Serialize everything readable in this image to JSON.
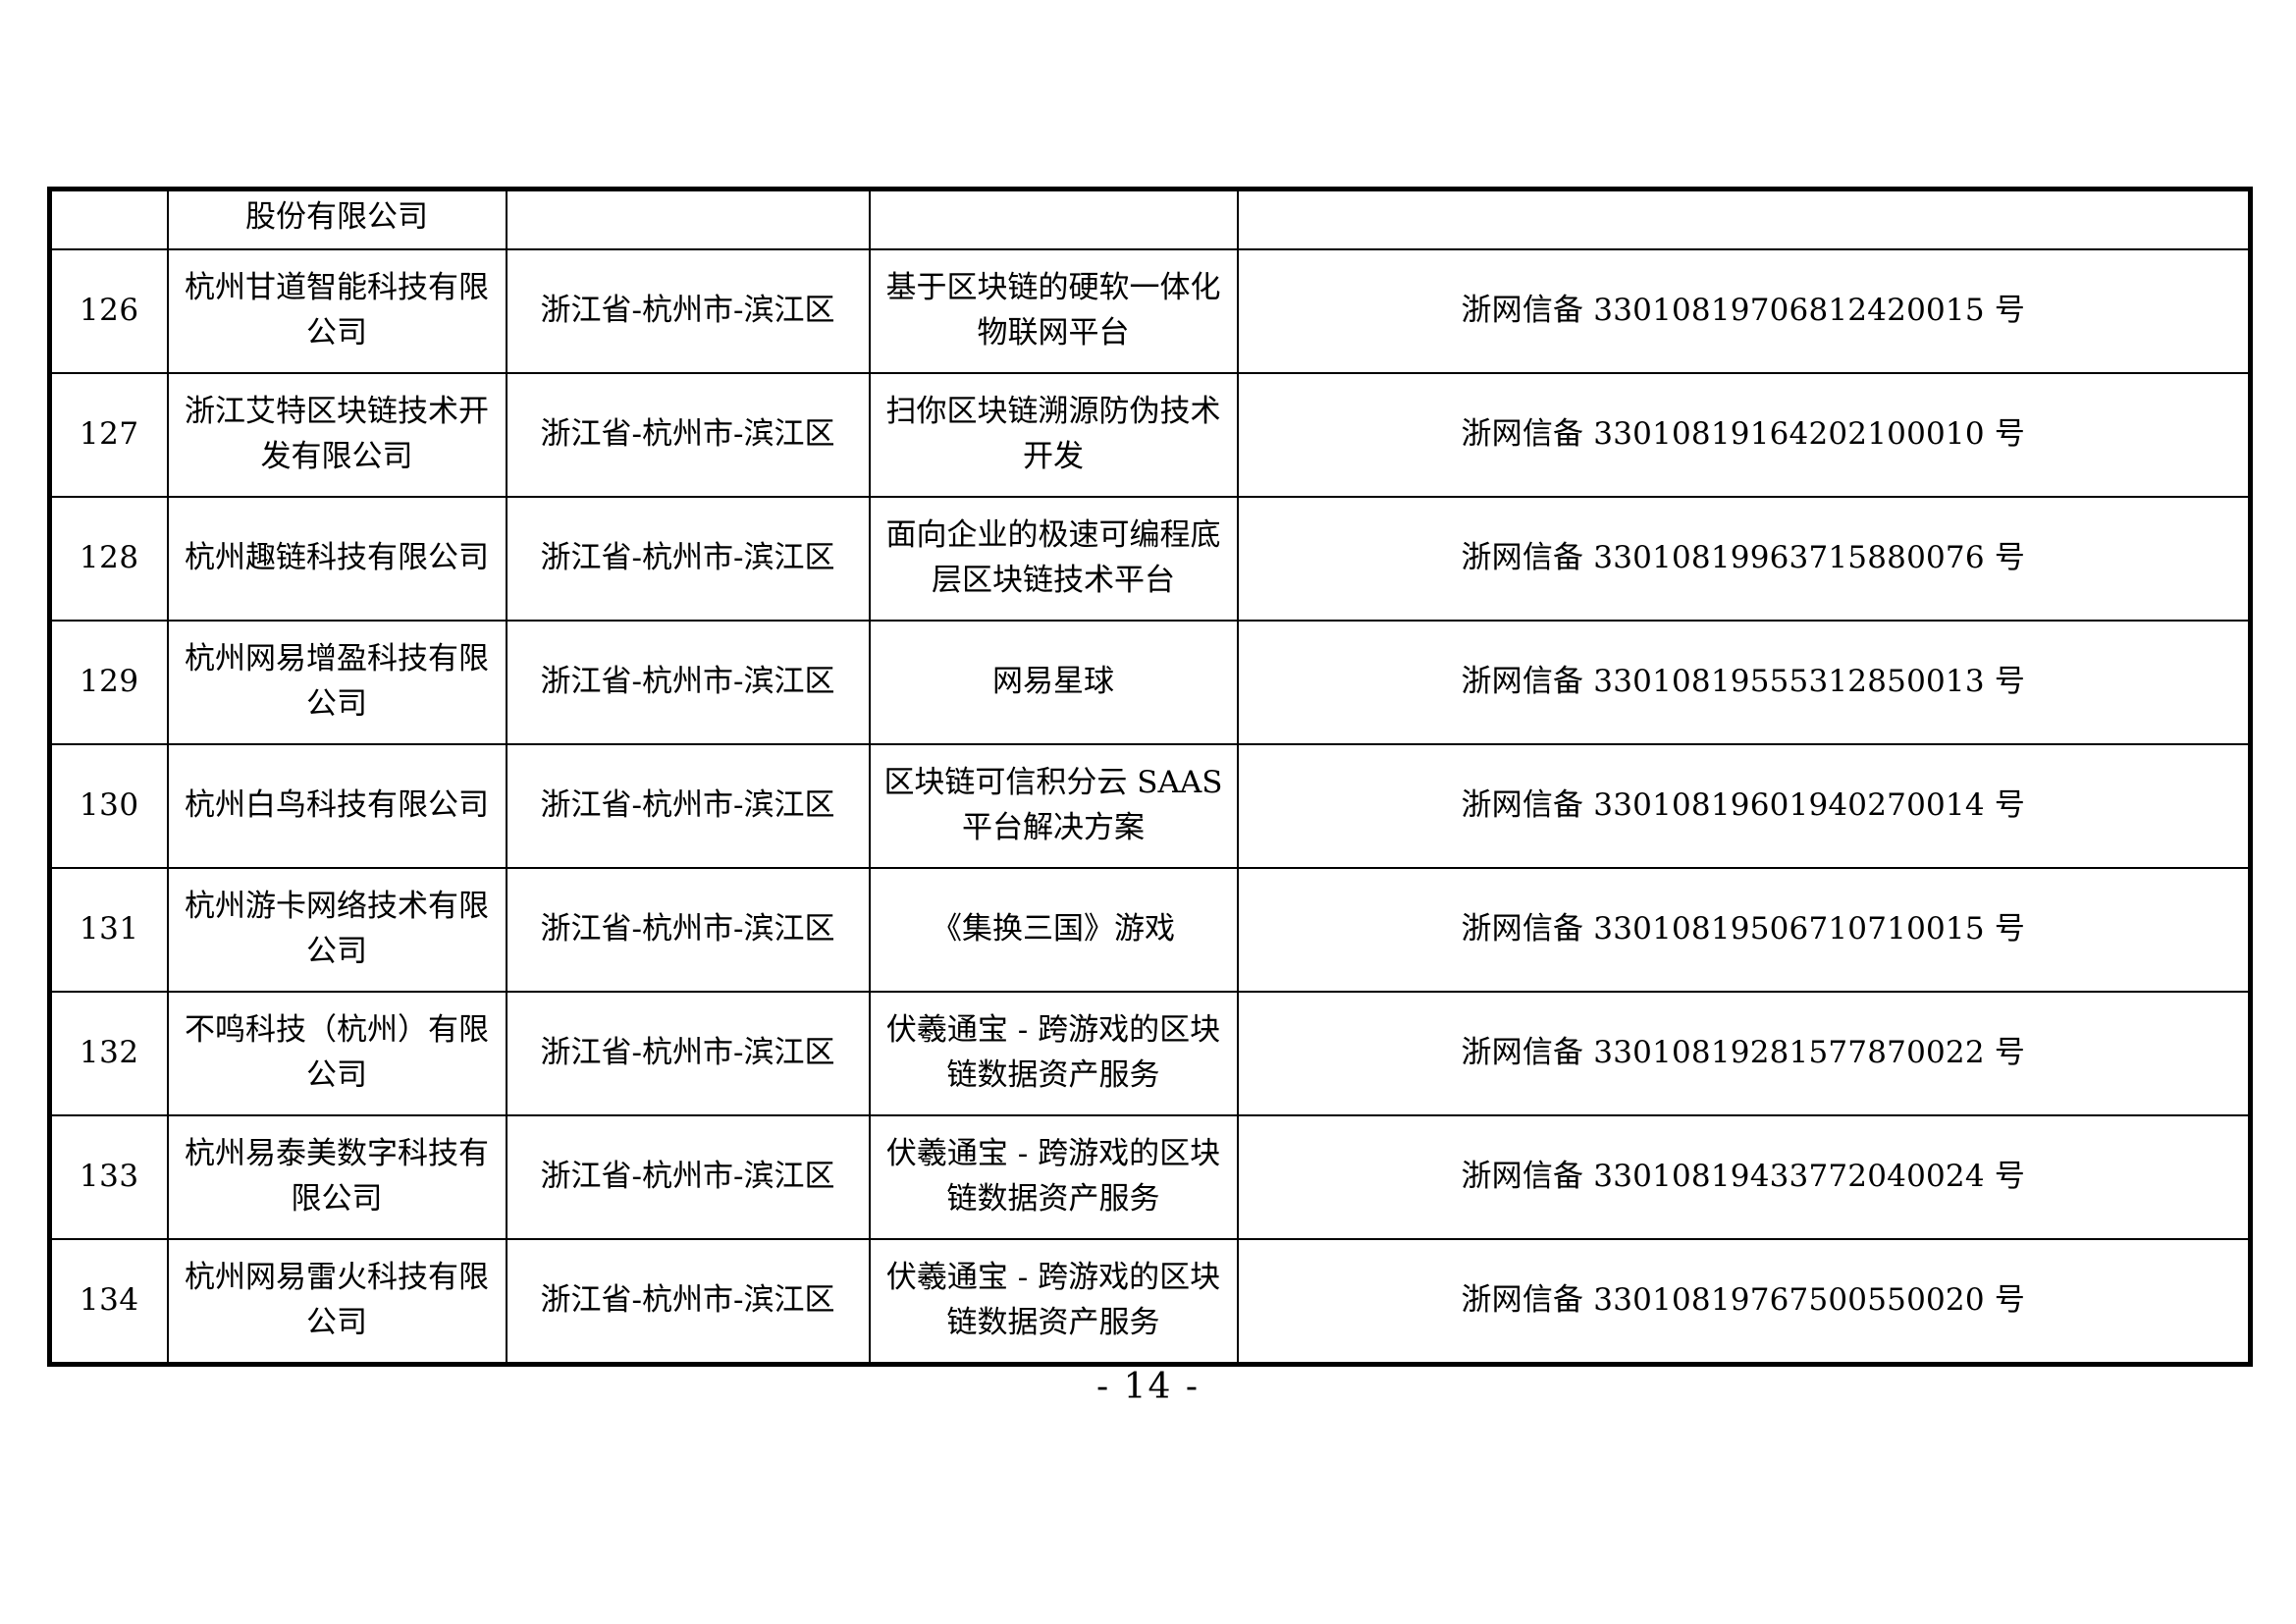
{
  "document": {
    "page_footer": "- 14 -"
  },
  "table": {
    "continuation_row": {
      "index": "",
      "company": "股份有限公司",
      "location": "",
      "service": "",
      "registration": ""
    },
    "rows": [
      {
        "index": "126",
        "company": "杭州甘道智能科技有限公司",
        "location": "浙江省-杭州市-滨江区",
        "service": "基于区块链的硬软一体化物联网平台",
        "registration": "浙网信备 33010819706812420015 号"
      },
      {
        "index": "127",
        "company": "浙江艾特区块链技术开发有限公司",
        "location": "浙江省-杭州市-滨江区",
        "service": "扫你区块链溯源防伪技术开发",
        "registration": "浙网信备 33010819164202100010 号"
      },
      {
        "index": "128",
        "company": "杭州趣链科技有限公司",
        "location": "浙江省-杭州市-滨江区",
        "service": "面向企业的极速可编程底层区块链技术平台",
        "registration": "浙网信备 33010819963715880076 号"
      },
      {
        "index": "129",
        "company": "杭州网易增盈科技有限公司",
        "location": "浙江省-杭州市-滨江区",
        "service": "网易星球",
        "registration": "浙网信备 33010819555312850013 号"
      },
      {
        "index": "130",
        "company": "杭州白鸟科技有限公司",
        "location": "浙江省-杭州市-滨江区",
        "service": "区块链可信积分云 SAAS 平台解决方案",
        "registration": "浙网信备 33010819601940270014 号"
      },
      {
        "index": "131",
        "company": "杭州游卡网络技术有限公司",
        "location": "浙江省-杭州市-滨江区",
        "service": "《集换三国》游戏",
        "registration": "浙网信备 33010819506710710015 号"
      },
      {
        "index": "132",
        "company": "不鸣科技（杭州）有限公司",
        "location": "浙江省-杭州市-滨江区",
        "service": "伏羲通宝 - 跨游戏的区块链数据资产服务",
        "registration": "浙网信备 33010819281577870022 号"
      },
      {
        "index": "133",
        "company": "杭州易泰美数字科技有限公司",
        "location": "浙江省-杭州市-滨江区",
        "service": "伏羲通宝 - 跨游戏的区块链数据资产服务",
        "registration": "浙网信备 33010819433772040024 号"
      },
      {
        "index": "134",
        "company": "杭州网易雷火科技有限公司",
        "location": "浙江省-杭州市-滨江区",
        "service": "伏羲通宝 - 跨游戏的区块链数据资产服务",
        "registration": "浙网信备 33010819767500550020 号"
      }
    ]
  }
}
